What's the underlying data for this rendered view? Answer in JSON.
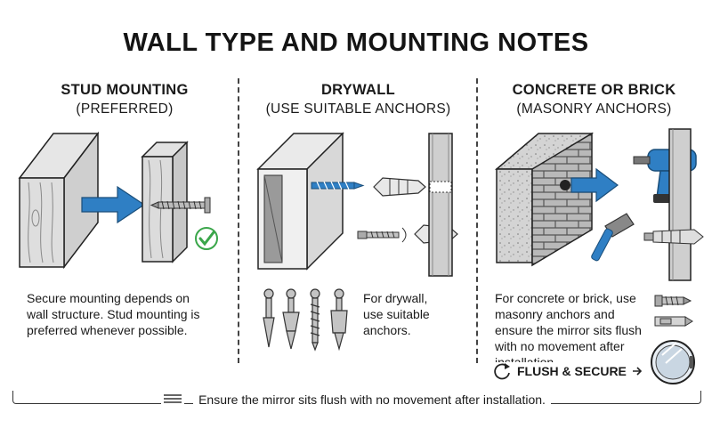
{
  "title": "WALL TYPE AND MOUNTING NOTES",
  "columns": [
    {
      "heading": "STUD MOUNTING",
      "subheading": "(PREFERRED)",
      "text_lines": [
        "Secure mounting depends on",
        "wall structure. Stud mounting is",
        "preferred whenever possible."
      ]
    },
    {
      "heading": "DRYWALL",
      "subheading": "(USE SUITABLE ANCHORS)",
      "text_lines": [
        "For drywall,",
        "use suitable",
        "anchors."
      ]
    },
    {
      "heading": "CONCRETE OR BRICK",
      "subheading": "(MASONRY ANCHORS)",
      "text_lines": [
        "For concrete or brick, use",
        "masonry anchors and",
        "ensure the mirror sits flush",
        "with no movement after",
        "installation."
      ]
    }
  ],
  "badge": {
    "label": "FLUSH & SECURE"
  },
  "footer": {
    "text": "Ensure the mirror sits flush with no movement after installation."
  },
  "colors": {
    "accent_blue": "#2f7fc4",
    "check_green": "#3aa64a",
    "ink": "#1a1a1a"
  },
  "icons": [
    "wood-block-icon",
    "arrow-icon",
    "screw-icon",
    "checkmark-icon",
    "drywall-panel-icon",
    "drill-bit-icon",
    "wall-anchor-icon",
    "drill-icon",
    "hammer-icon",
    "brick-block-icon",
    "mirror-icon",
    "rotate-icon",
    "menu-lines-icon"
  ]
}
